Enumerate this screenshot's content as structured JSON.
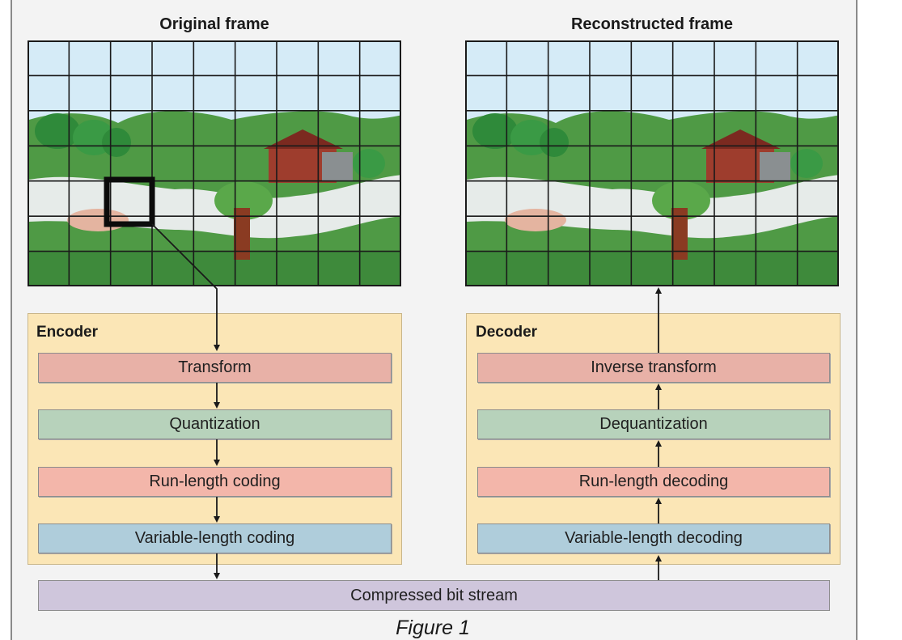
{
  "left_title": "Original frame",
  "right_title": "Reconstructed frame",
  "encoder": {
    "title": "Encoder",
    "stages": [
      "Transform",
      "Quantization",
      "Run-length coding",
      "Variable-length coding"
    ]
  },
  "decoder": {
    "title": "Decoder",
    "stages": [
      "Inverse transform",
      "Dequantization",
      "Run-length decoding",
      "Variable-length decoding"
    ]
  },
  "stream_label": "Compressed bit stream",
  "caption": "Figure 1",
  "colors": {
    "stage_pink": "#e8b1a7",
    "stage_green": "#b7d2bb",
    "stage_salmon": "#f3b6aa",
    "stage_blue": "#afcddb",
    "block_bg": "#fbe6b6",
    "stream_bg": "#cfc6dc"
  }
}
